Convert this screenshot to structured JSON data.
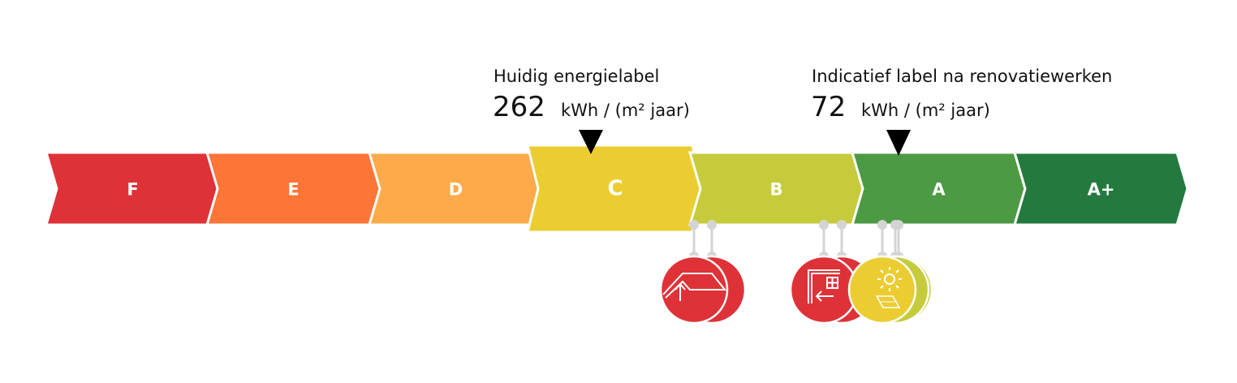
{
  "current": {
    "caption": "Huidig energielabel",
    "value": "262",
    "unit": "kWh / (m² jaar)",
    "label": "C"
  },
  "indicative": {
    "caption": "Indicatief label na renovatiewerken",
    "value": "72",
    "unit": "kWh / (m² jaar)",
    "label": "A"
  },
  "labels": [
    {
      "name": "F",
      "color": "#de3238"
    },
    {
      "name": "E",
      "color": "#fd7537"
    },
    {
      "name": "D",
      "color": "#fdab4a"
    },
    {
      "name": "C",
      "color": "#ebcd31"
    },
    {
      "name": "B",
      "color": "#c6cb3c"
    },
    {
      "name": "A",
      "color": "#4d9a45"
    },
    {
      "name": "A+",
      "color": "#247a3e"
    }
  ],
  "measures": [
    {
      "icon": "roof-insulation-icon",
      "color": "#de3238"
    },
    {
      "icon": "wall-window-icon",
      "color": "#de3238"
    },
    {
      "icon": "solar-panel-icon",
      "color": "#ebcd31"
    }
  ]
}
